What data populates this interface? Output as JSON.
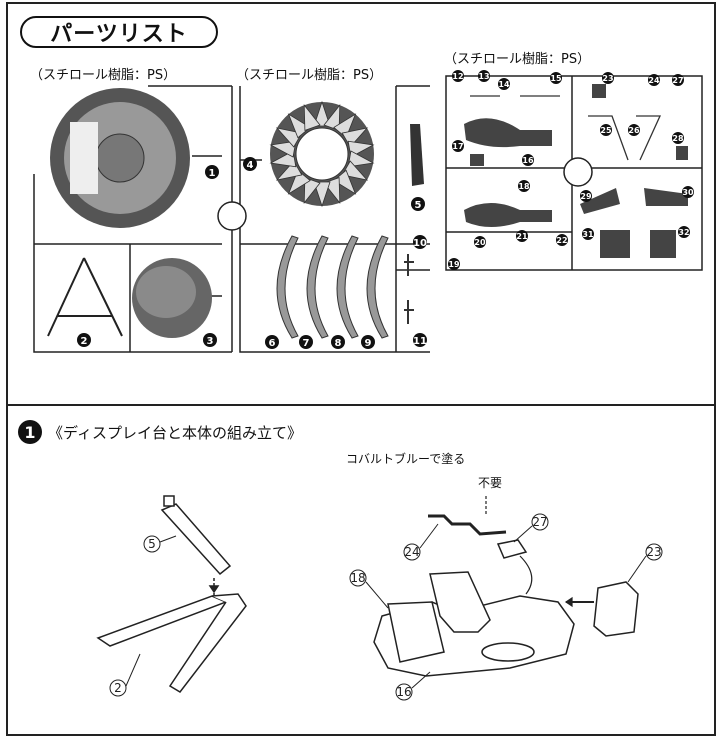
{
  "header": {
    "title": "パーツリスト"
  },
  "runners": {
    "left_material": "（スチロール樹脂：PS）",
    "middle_material": "（スチロール樹脂：PS）",
    "right_material": "（スチロール樹脂：PS）"
  },
  "left_parts": [
    "1",
    "2",
    "3"
  ],
  "middle_parts": [
    "4",
    "5",
    "6",
    "7",
    "8",
    "9",
    "10",
    "11"
  ],
  "right_parts": [
    "12",
    "13",
    "14",
    "15",
    "16",
    "17",
    "18",
    "19",
    "20",
    "21",
    "22",
    "23",
    "24",
    "25",
    "26",
    "27",
    "28",
    "29",
    "30",
    "31",
    "32"
  ],
  "step1": {
    "number": "1",
    "title": "《ディスプレイ台と本体の組み立て》",
    "note_paint": "コバルトブルーで塗る",
    "note_unneeded": "不要",
    "callouts": [
      "5",
      "2",
      "24",
      "27",
      "23",
      "18",
      "16"
    ]
  }
}
